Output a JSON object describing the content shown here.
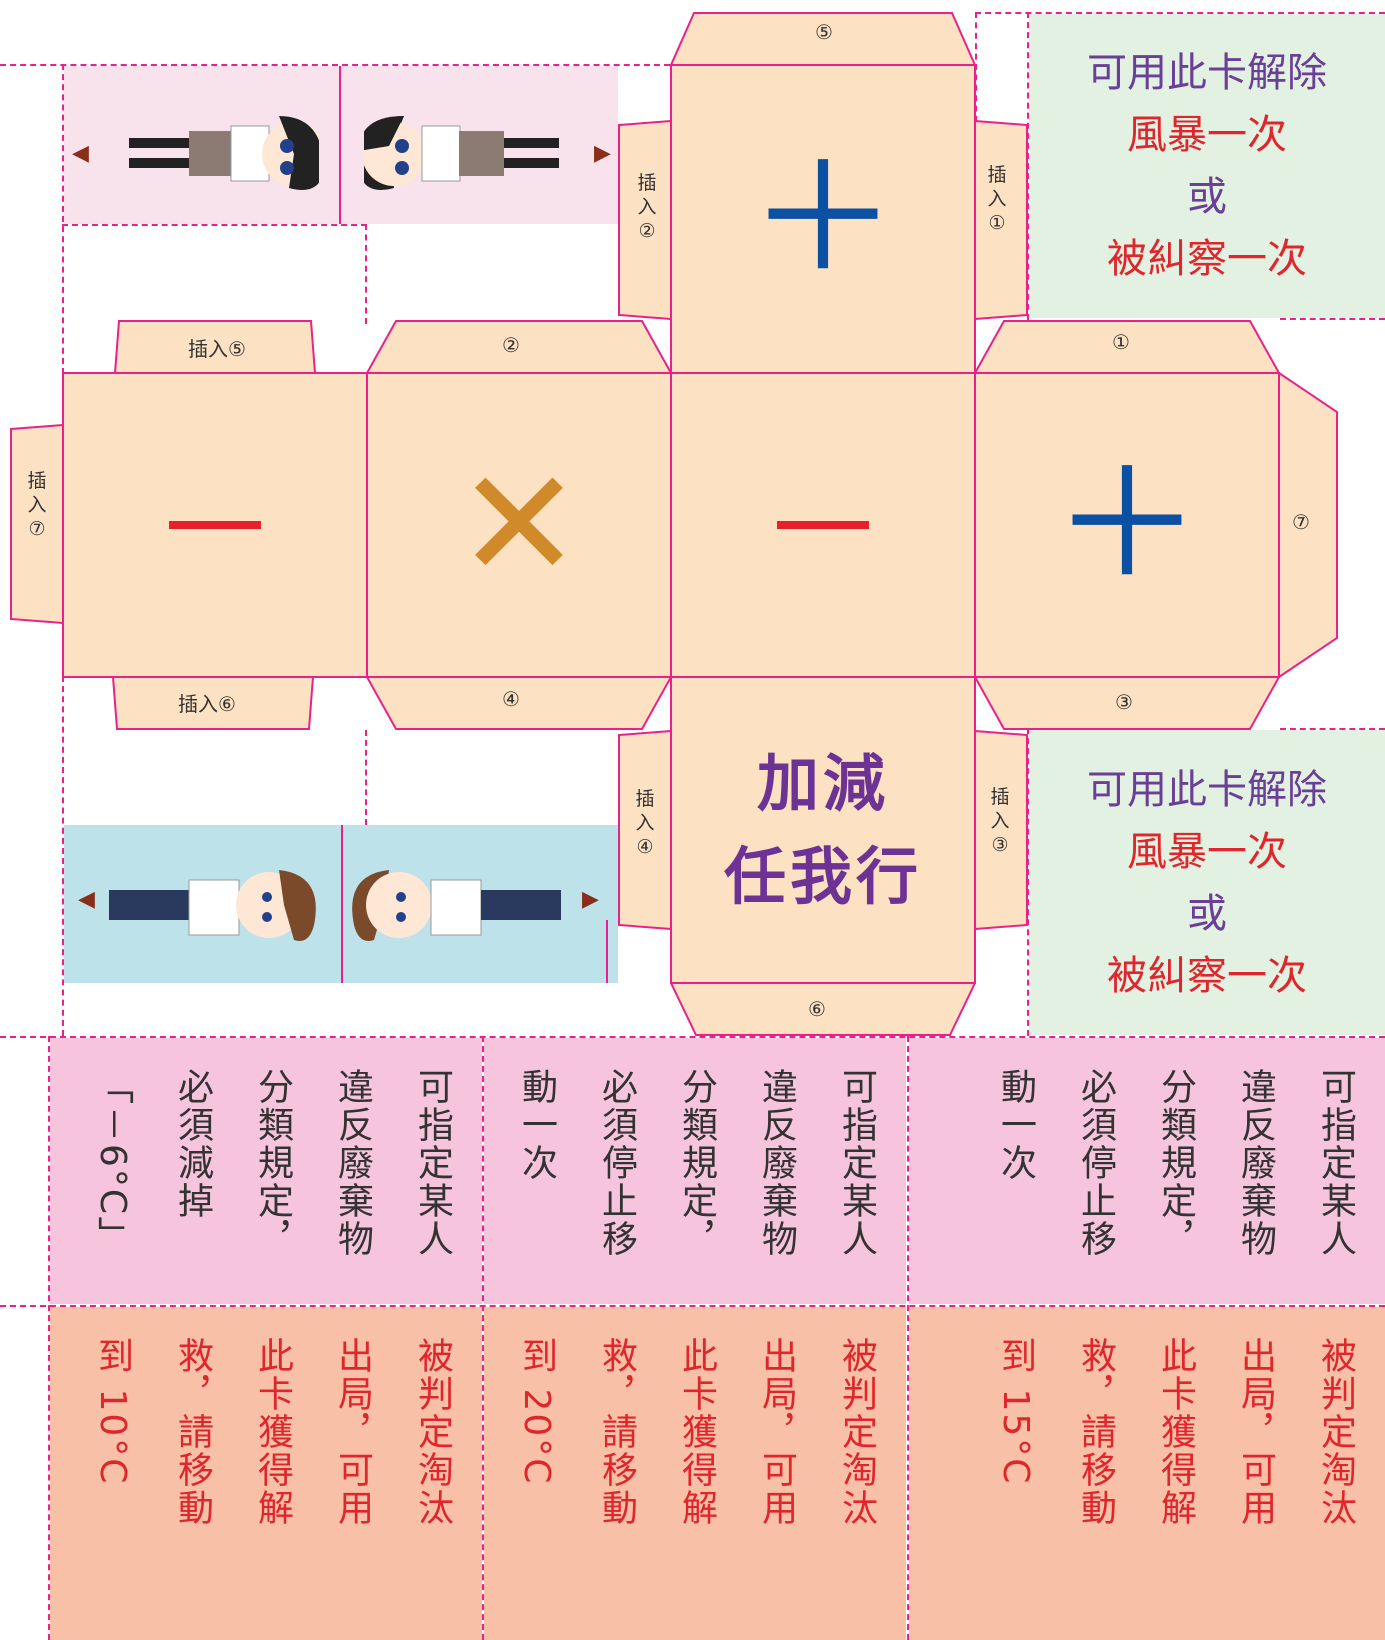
{
  "faces": {
    "top_plus": "＋",
    "left_minus": "－",
    "times": "✕",
    "center_minus": "－",
    "right_plus": "＋",
    "center_title_line1": "加減",
    "center_title_line2": "任我行"
  },
  "flaps": {
    "top_num": "⑤",
    "f2": "②",
    "f1": "①",
    "f4": "④",
    "f3": "③",
    "f6": "⑥",
    "f7": "⑦",
    "insert5": "插入⑤",
    "insert6": "插入⑥",
    "insert_char1": "插",
    "insert_char2": "入",
    "ins2_num": "②",
    "ins1_num": "①",
    "ins7_num": "⑦",
    "ins4_num": "④",
    "ins3_num": "③"
  },
  "green_card": {
    "line1": "可用此卡解除",
    "line2": "風暴一次",
    "line3": "或",
    "line4": "被糾察一次"
  },
  "pink_cards": [
    {
      "lines": [
        "可指定某人",
        "違反廢棄物",
        "分類規定，",
        "必須減掉",
        "「－6°C」"
      ]
    },
    {
      "lines": [
        "可指定某人",
        "違反廢棄物",
        "分類規定，",
        "必須停止移",
        "動一次"
      ]
    },
    {
      "lines": [
        "可指定某人",
        "違反廢棄物",
        "分類規定，",
        "必須停止移",
        "動一次"
      ]
    }
  ],
  "salmon_cards": [
    {
      "lines": [
        "被判定淘汰",
        "出局，可用",
        "此卡獲得解",
        "救，請移動",
        "到 10°C"
      ]
    },
    {
      "lines": [
        "被判定淘汰",
        "出局，可用",
        "此卡獲得解",
        "救，請移動",
        "到 20°C"
      ]
    },
    {
      "lines": [
        "被判定淘汰",
        "出局，可用",
        "此卡獲得解",
        "救，請移動",
        "到 15°C"
      ]
    }
  ],
  "arrows": {
    "left": "◀",
    "right": "▶"
  },
  "colors": {
    "face_fill": "#fde1c3",
    "border": "#e8228a",
    "plus": "#0c50a3",
    "minus": "#e62129",
    "times": "#d08a2a",
    "title": "#6d3394"
  }
}
